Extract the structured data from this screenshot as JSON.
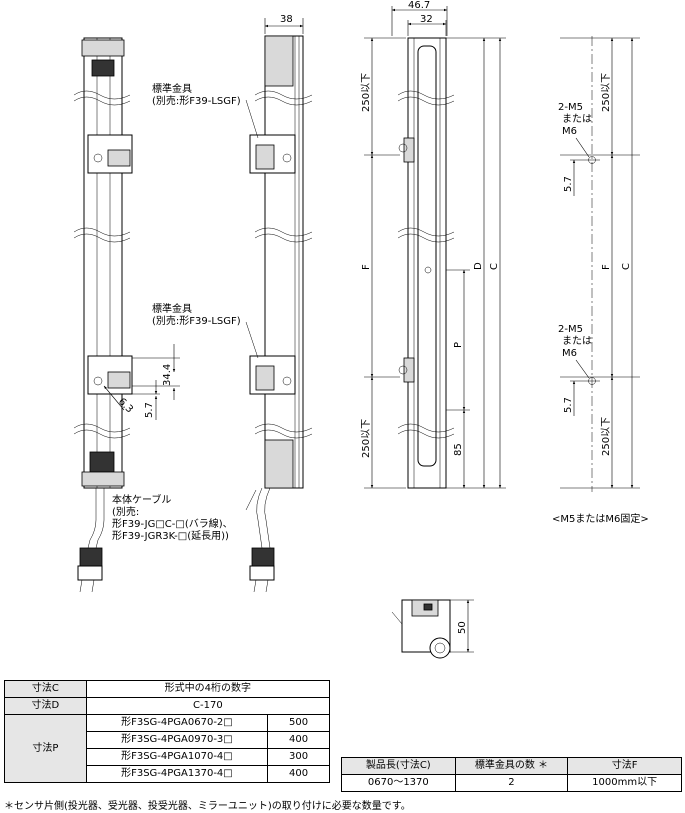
{
  "drawing": {
    "dims": {
      "w38": "38",
      "w467": "46.7",
      "w32": "32",
      "d250": "250以下",
      "dF": "F",
      "dD": "D",
      "dC": "C",
      "dP": "P",
      "d85": "85",
      "d344": "34.4",
      "d57": "5.7",
      "d63": "6.3",
      "d50": "50"
    },
    "labels": {
      "bracket": [
        "標準金具",
        "(別売:形F39-LSGF)"
      ],
      "cable": [
        "本体ケーブル",
        "(別売:",
        "形F39-JG□C-□(バラ線)、",
        "形F39-JGR3K-□(延長用))"
      ],
      "screw": [
        "2-M5",
        "または",
        "M6"
      ],
      "fixing_note": "<M5またはM6固定>"
    }
  },
  "table1": {
    "row1_label": "寸法C",
    "row1_value": "形式中の4桁の数字",
    "row2_label": "寸法D",
    "row2_value": "C-170",
    "row3_label": "寸法P",
    "models": [
      {
        "name": "形F3SG-4PGA0670-2□",
        "value": "500"
      },
      {
        "name": "形F3SG-4PGA0970-3□",
        "value": "400"
      },
      {
        "name": "形F3SG-4PGA1070-4□",
        "value": "300"
      },
      {
        "name": "形F3SG-4PGA1370-4□",
        "value": "400"
      }
    ]
  },
  "table2": {
    "headers": [
      "製品長(寸法C)",
      "標準金具の数 ＊",
      "寸法F"
    ],
    "row": [
      "0670～1370",
      "2",
      "1000mm以下"
    ]
  },
  "footnote": "＊センサ片側(投光器、受光器、投受光器、ミラーユニット)の取り付けに必要な数量です。"
}
